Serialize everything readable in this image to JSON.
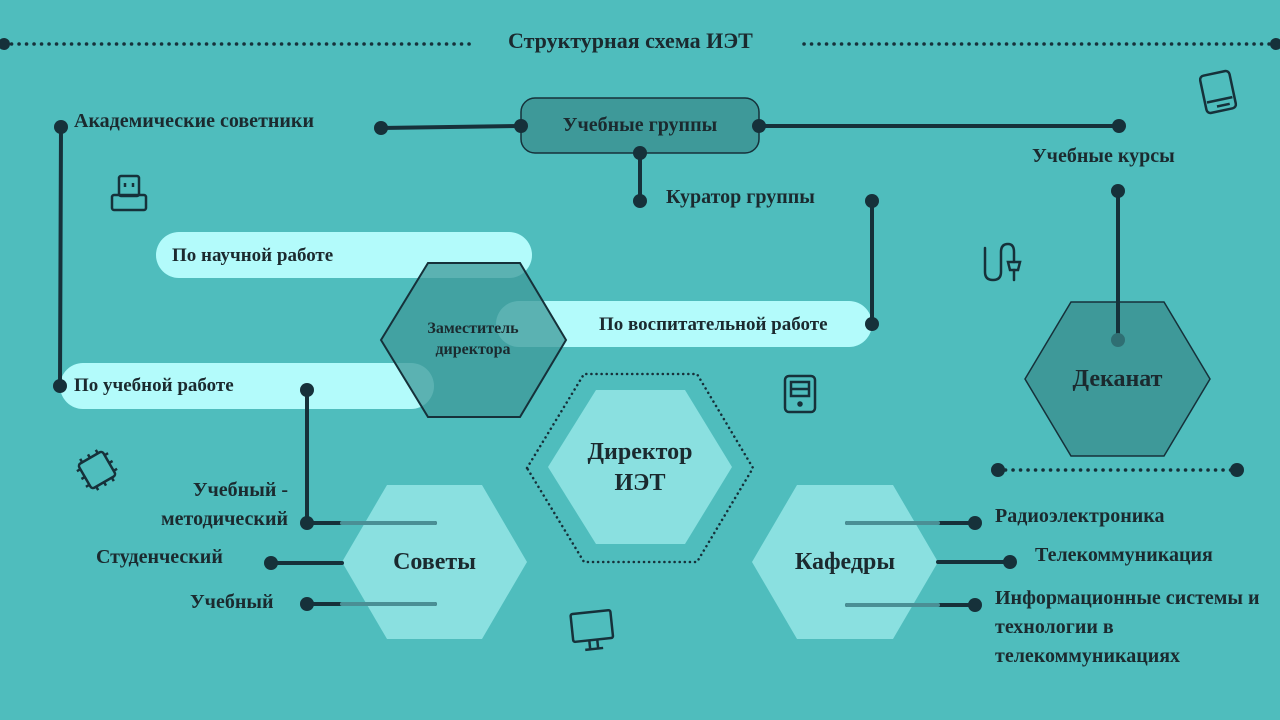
{
  "title": "Структурная  схема ИЭТ",
  "nodes": {
    "director": "Директор ИЭТ",
    "deputy": "Заместитель директора",
    "councils": "Советы",
    "departments": "Кафедры",
    "deanery": "Деканат",
    "study_groups": "Учебные группы"
  },
  "labels": {
    "academic_advisors": "Академические советники",
    "group_curator": "Куратор  группы",
    "courses": "Учебные курсы",
    "research": "По научной работе",
    "educational_work": "По воспитательной  работе",
    "academic_work": "По учебной работе"
  },
  "councils_list": [
    "Учебный - методический",
    "Студенческий",
    "Учебный"
  ],
  "departments_list": [
    "Радиоэлектроника",
    "Телекоммуникация",
    "Информационные системы и технологии в телекоммуникациях"
  ],
  "colors": {
    "background": "#4fbdbd",
    "line": "#16313a",
    "pill": "#b3fbfb",
    "hex_light": "#8ae0e0",
    "hex_dark": "#3e9999"
  },
  "icons": [
    "usb-icon",
    "phone-icon",
    "plug-icon",
    "chip-icon",
    "device-icon",
    "monitor-icon"
  ]
}
